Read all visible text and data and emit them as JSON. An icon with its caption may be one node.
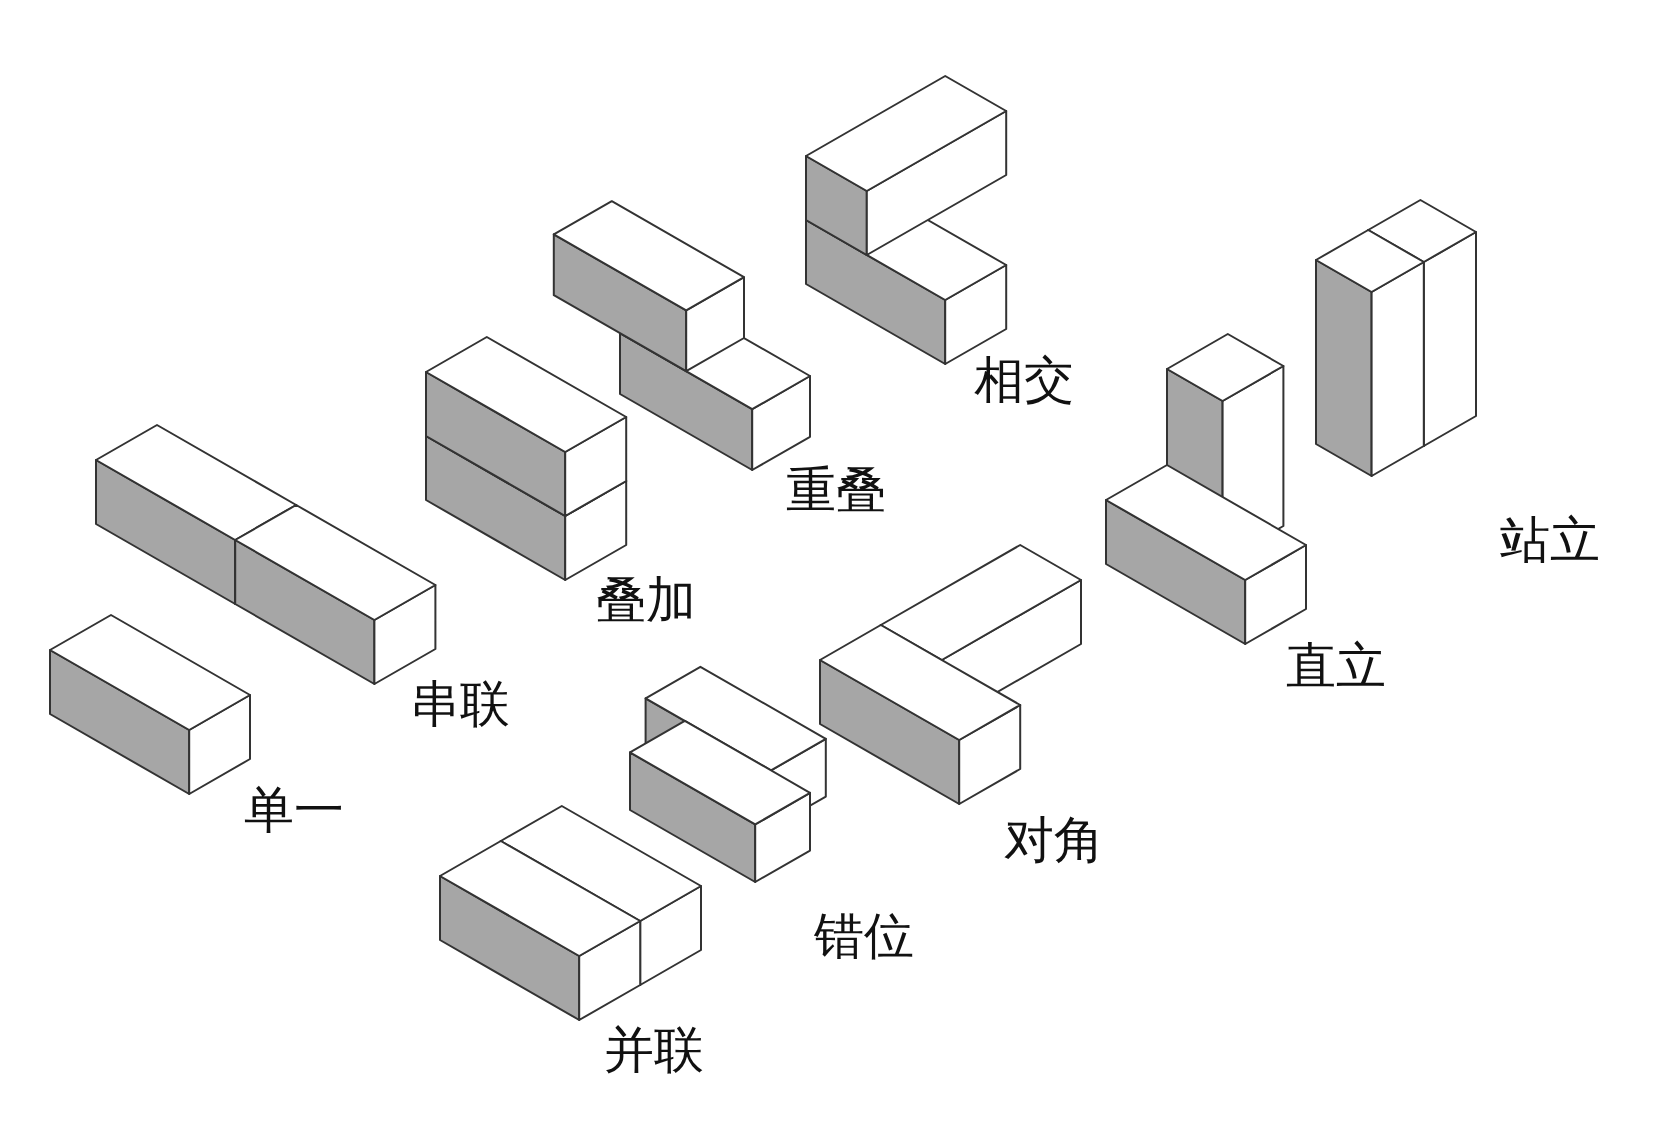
{
  "diagram": {
    "labels": [
      "相交",
      "重叠",
      "叠加",
      "站立",
      "直立",
      "串联",
      "单一",
      "对角",
      "错位",
      "并联"
    ]
  }
}
